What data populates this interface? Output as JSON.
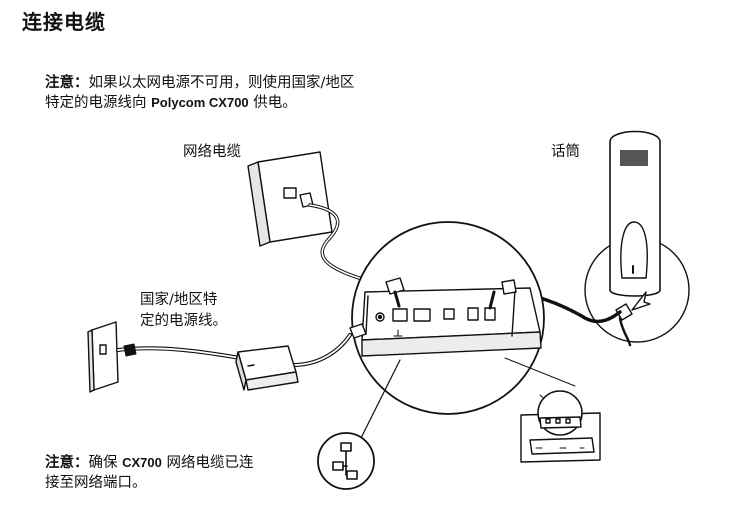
{
  "page": {
    "title": "连接电缆",
    "note1": {
      "prefix": "注意：",
      "line1": "如果以太网电源不可用，则使用国家/地区",
      "line2_pre": "特定的电源线向 ",
      "model": "Polycom CX700",
      "line2_post": " 供电。"
    },
    "labels": {
      "network_cable": "网络电缆",
      "handset": "话筒",
      "power_cord_line1": "国家/地区特",
      "power_cord_line2": "定的电源线。"
    },
    "note2": {
      "prefix": "注意：",
      "pre": "确保 ",
      "model": "CX700",
      "line1_post": " 网络电缆已连",
      "line2": "接至网络端口。"
    }
  }
}
